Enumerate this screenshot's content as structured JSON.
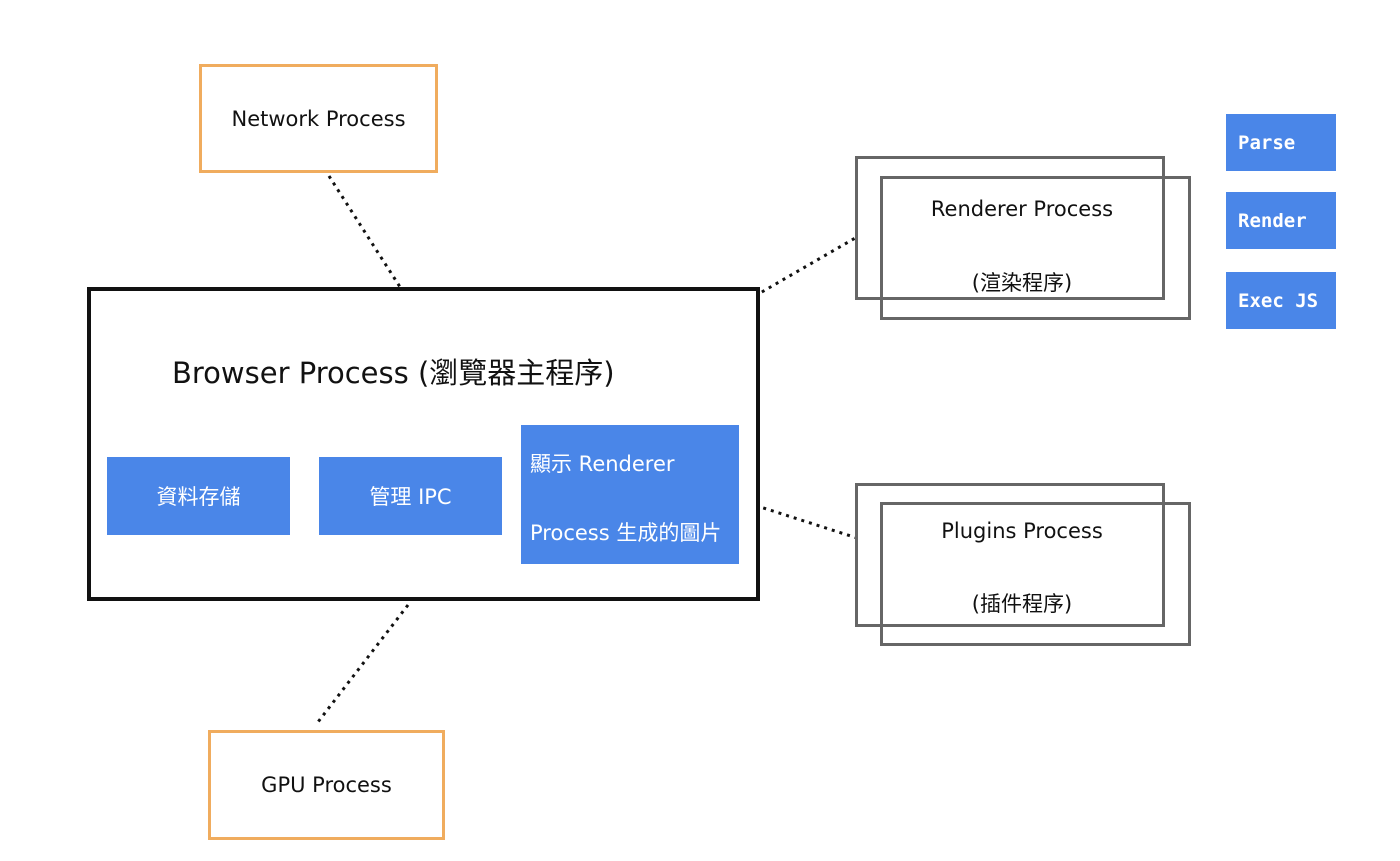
{
  "network": {
    "label": "Network Process"
  },
  "gpu": {
    "label": "GPU Process"
  },
  "browser": {
    "title": "Browser Process (瀏覽器主程序)",
    "modules": {
      "storage": "資料存儲",
      "ipc": "管理 IPC",
      "display_line1": "顯示 Renderer",
      "display_line2": "Process 生成的圖片"
    }
  },
  "renderer": {
    "title": "Renderer Process",
    "subtitle": "(渲染程序)"
  },
  "plugins": {
    "title": "Plugins Process",
    "subtitle": "(插件程序)"
  },
  "renderer_tasks": [
    "Parse",
    "Render",
    "Exec JS"
  ],
  "colors": {
    "accent_blue": "#4a86e8",
    "process_orange": "#f0ac5e",
    "stack_gray": "#666666"
  }
}
